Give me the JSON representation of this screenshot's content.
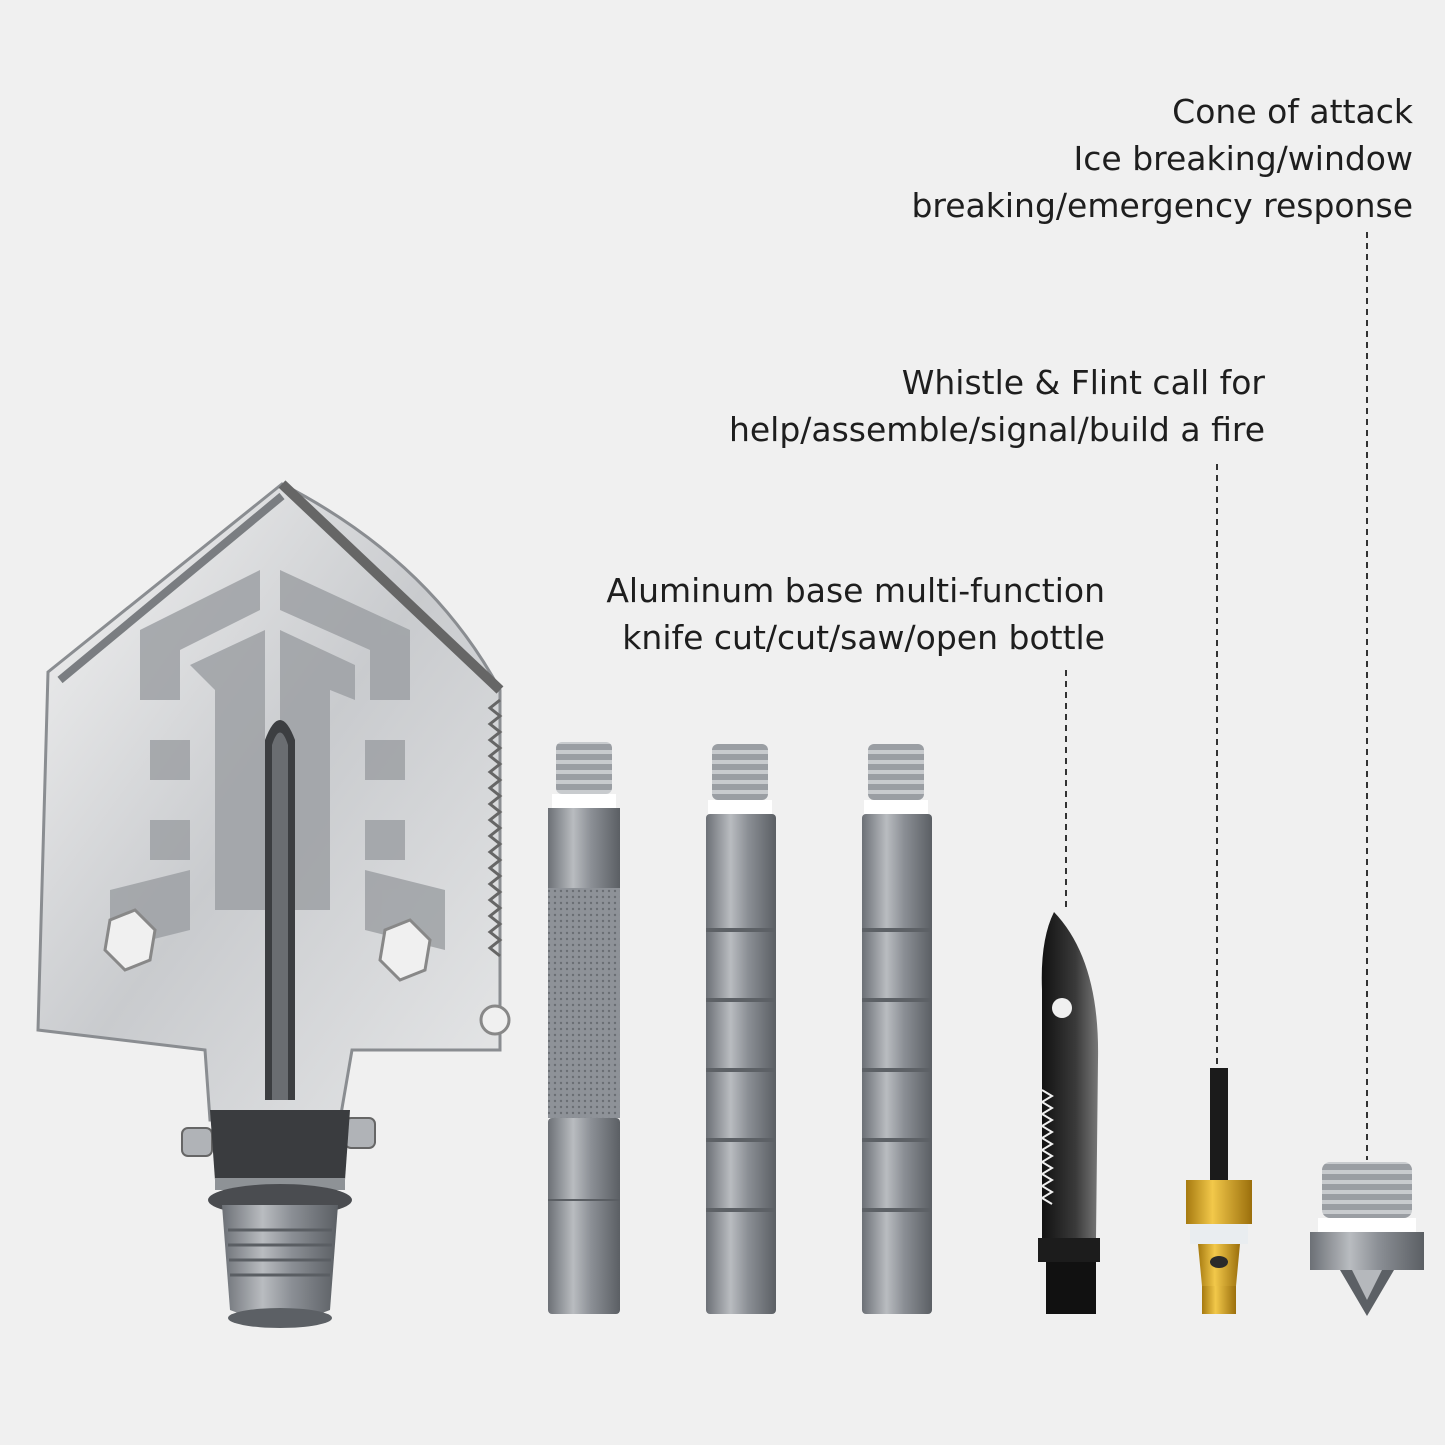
{
  "callouts": {
    "cone": {
      "lines": [
        "Cone of attack",
        "Ice breaking/window",
        "breaking/emergency response"
      ]
    },
    "whistle": {
      "lines": [
        "Whistle & Flint call for",
        "help/assemble/signal/build a fire"
      ]
    },
    "knife": {
      "lines": [
        "Aluminum base multi-function",
        "knife cut/cut/saw/open bottle"
      ]
    }
  },
  "colors": {
    "background": "#f0f0f0",
    "steel": "#8d9197",
    "steel_dark": "#5f6368",
    "brass": "#d9a621",
    "blade": "#2a2a2a",
    "text": "#1e1e1e"
  }
}
